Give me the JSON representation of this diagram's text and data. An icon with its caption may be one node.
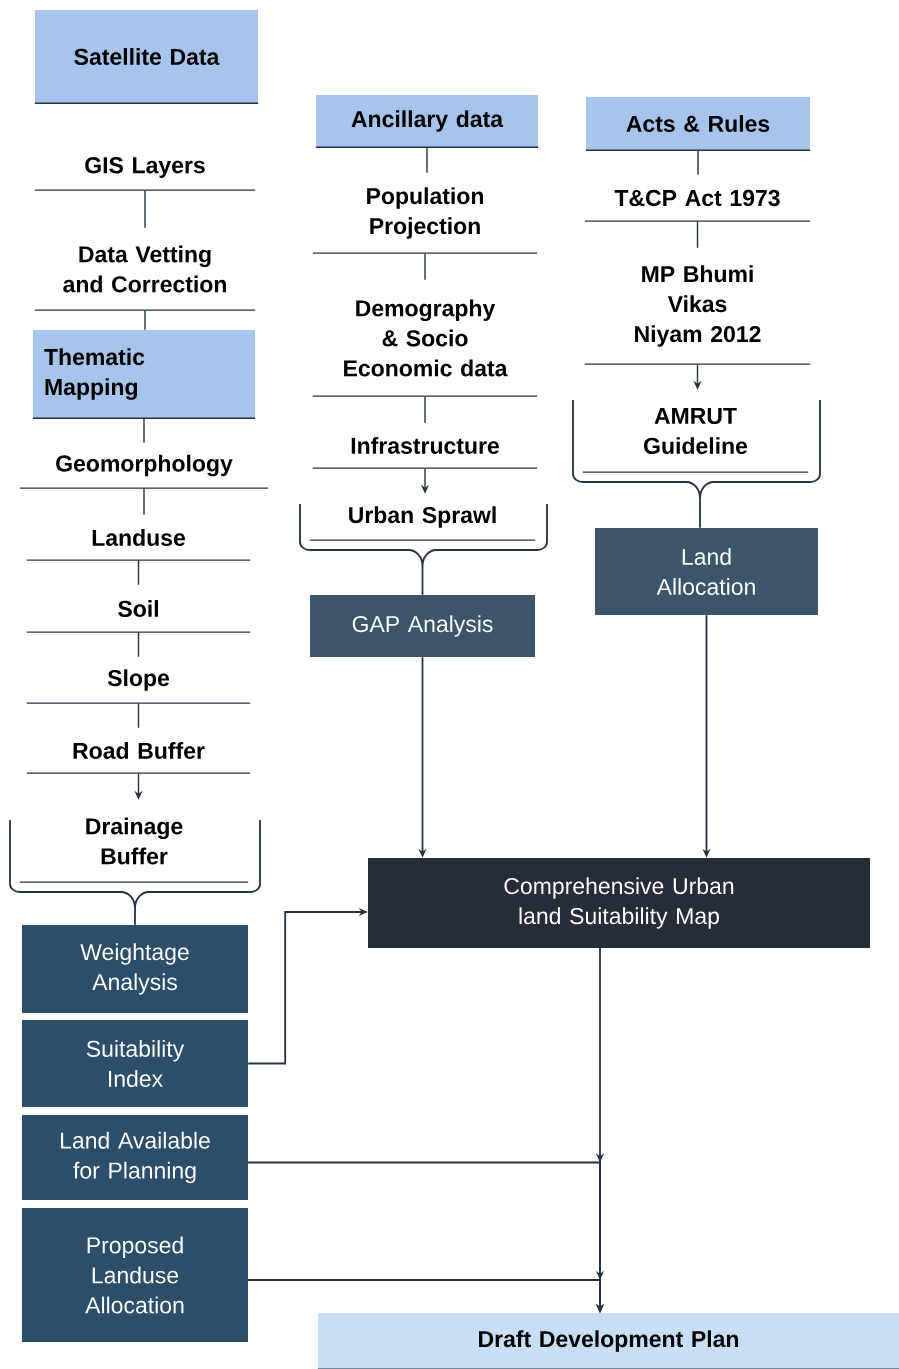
{
  "diagram": {
    "nodes": [
      {
        "text": [
          "Satellite Data"
        ]
      },
      {
        "text": [
          "GIS Layers"
        ]
      },
      {
        "text": [
          "Data Vetting and Correction"
        ]
      },
      {
        "text": [
          "Thematic Mapping"
        ]
      },
      {
        "text": [
          "Geomorphology"
        ]
      },
      {
        "text": [
          "Landuse"
        ]
      },
      {
        "text": [
          "Soil"
        ]
      },
      {
        "text": [
          "Slope"
        ]
      },
      {
        "text": [
          "Road Buffer"
        ]
      },
      {
        "text": [
          "Drainage Buffer"
        ]
      },
      {
        "text": [
          "Ancillary data"
        ]
      },
      {
        "text": [
          "Population Projection"
        ]
      },
      {
        "text": [
          "Demography & Socio Economic data"
        ]
      },
      {
        "text": [
          "Infrastructure"
        ]
      },
      {
        "text": [
          "Urban Sprawl"
        ]
      },
      {
        "text": [
          "Acts & Rules"
        ]
      },
      {
        "text": [
          "T&CP Act 1973"
        ]
      },
      {
        "text": [
          "MP Bhumi Vikas Niyam 2012"
        ]
      },
      {
        "text": [
          "AMRUT Guideline"
        ]
      },
      {
        "text": [
          "GAP Analysis"
        ]
      },
      {
        "text": [
          "Land Allocation"
        ]
      },
      {
        "text": [
          "Comprehensive Urban land Suitability Map"
        ]
      },
      {
        "text": [
          "Weightage Analysis"
        ]
      },
      {
        "text": [
          "Suitability Index"
        ]
      },
      {
        "text": [
          "Land Available for Planning"
        ]
      },
      {
        "text": [
          "Proposed Landuse Allocation"
        ]
      },
      {
        "text": [
          "Draft Development Plan"
        ]
      }
    ],
    "edges": [
      {
        "from": 1,
        "to": 2,
        "arrow": "none"
      },
      {
        "from": 2,
        "to": 3,
        "arrow": "none"
      },
      {
        "from": 3,
        "to": 4,
        "arrow": "none"
      },
      {
        "from": 4,
        "to": 5,
        "arrow": "none"
      },
      {
        "from": 5,
        "to": 6,
        "arrow": "none"
      },
      {
        "from": 6,
        "to": 7,
        "arrow": "none"
      },
      {
        "from": 7,
        "to": 8,
        "arrow": "none"
      },
      {
        "from": 8,
        "to": 9,
        "arrow": "to"
      },
      {
        "from": 9,
        "to": 22,
        "arrow": "none"
      },
      {
        "from": 10,
        "to": 11,
        "arrow": "none"
      },
      {
        "from": 11,
        "to": 12,
        "arrow": "none"
      },
      {
        "from": 12,
        "to": 13,
        "arrow": "none"
      },
      {
        "from": 13,
        "to": 14,
        "arrow": "to"
      },
      {
        "from": 14,
        "to": 19,
        "arrow": "none"
      },
      {
        "from": 15,
        "to": 16,
        "arrow": "none"
      },
      {
        "from": 16,
        "to": 17,
        "arrow": "none"
      },
      {
        "from": 17,
        "to": 18,
        "arrow": "to"
      },
      {
        "from": 18,
        "to": 20,
        "arrow": "none"
      },
      {
        "from": 19,
        "to": 21,
        "arrow": "to"
      },
      {
        "from": 20,
        "to": 21,
        "arrow": "to"
      },
      {
        "from": 23,
        "to": 21,
        "arrow": "to"
      },
      {
        "from": 21,
        "to": 26,
        "arrow": "to"
      },
      {
        "from": 24,
        "to": 26,
        "arrow": "to"
      },
      {
        "from": 25,
        "to": 26,
        "arrow": "to"
      }
    ]
  }
}
